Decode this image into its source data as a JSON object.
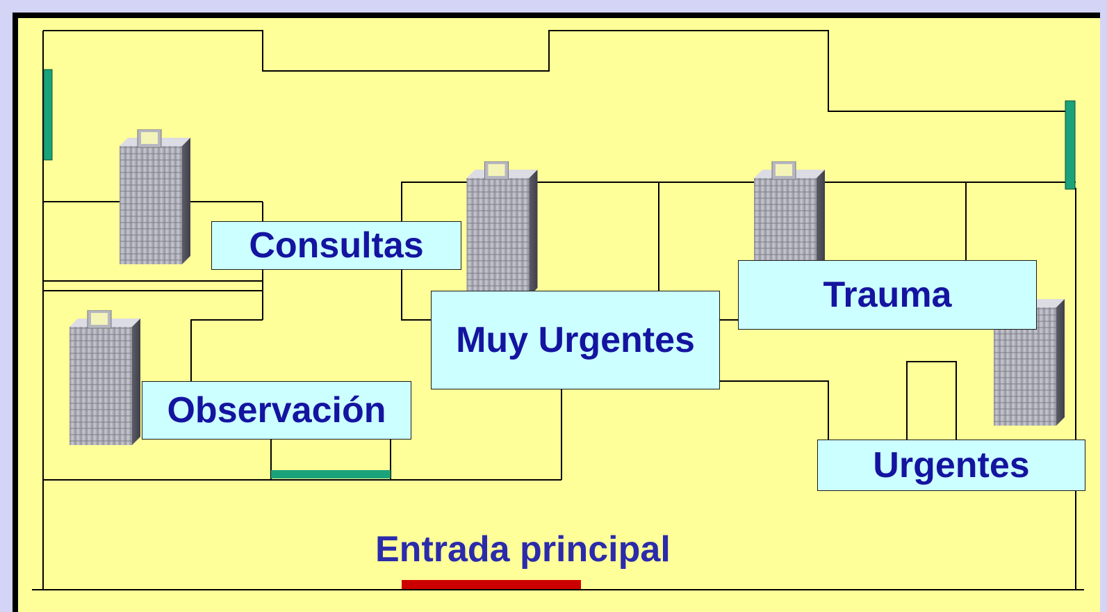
{
  "areas": {
    "consultas": "Consultas",
    "muy_urgentes": "Muy Urgentes",
    "trauma": "Trauma",
    "observacion": "Observación",
    "urgentes": "Urgentes"
  },
  "entrance": "Entrada principal",
  "colors": {
    "floor": "#ffff99",
    "background": "#d4d4f6",
    "walls": "#000000",
    "label_fill": "#ccffff",
    "label_text": "#1414a0",
    "secondary_door": "#1aa37a",
    "main_entrance": "#cc0000"
  },
  "icons": [
    "server-icon",
    "server-icon",
    "server-icon",
    "server-icon",
    "server-icon"
  ]
}
